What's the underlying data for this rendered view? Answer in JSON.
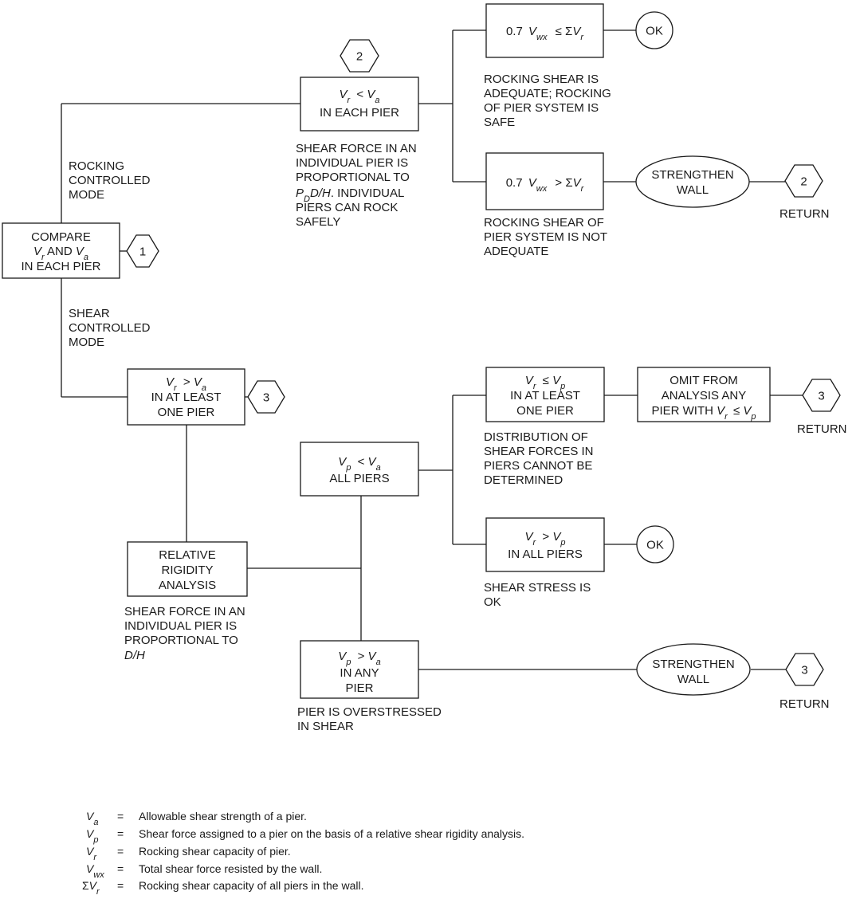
{
  "boxes": {
    "compare": {
      "line1": "COMPARE",
      "line2": "AND",
      "line3": "IN EACH PIER"
    },
    "rocking_check": {
      "lt": "<",
      "line2": "IN EACH PIER"
    },
    "rock_ok": {
      "prefix": "0.7",
      "rel": "≤",
      "sigma": "Σ"
    },
    "rock_not_ok": {
      "prefix": "0.7",
      "rel": ">",
      "sigma": "Σ"
    },
    "shear_check": {
      "gt": ">",
      "line2": "IN AT LEAST",
      "line3": "ONE PIER"
    },
    "rigidity": {
      "line1": "RELATIVE",
      "line2": "RIGIDITY",
      "line3": "ANALYSIS"
    },
    "vp_lt_va": {
      "lt": "<",
      "line2": "ALL PIERS"
    },
    "vr_le_vp": {
      "le": "≤",
      "line2": "IN AT LEAST",
      "line3": "ONE PIER"
    },
    "omit": {
      "line1": "OMIT FROM",
      "line2": "ANALYSIS ANY",
      "line3": "PIER WITH",
      "le": "≤"
    },
    "vr_gt_vp": {
      "gt": ">",
      "line2": "IN ALL PIERS"
    },
    "vp_gt_va": {
      "gt": ">",
      "line2": "IN ANY",
      "line3": "PIER"
    }
  },
  "terminals": {
    "ok": "OK",
    "strengthen": {
      "line1": "STRENGTHEN",
      "line2": "WALL"
    }
  },
  "hexagons": {
    "one": "1",
    "two": "2",
    "three": "3"
  },
  "return_label": "RETURN",
  "symbols": {
    "V": "V",
    "r": "r",
    "a": "a",
    "p": "p",
    "wx": "wx",
    "D": "D",
    "P": "P",
    "D_over_H": "D/H"
  },
  "notes": {
    "rocking_mode": [
      "ROCKING",
      "CONTROLLED",
      "MODE"
    ],
    "shear_mode": [
      "SHEAR",
      "CONTROLLED",
      "MODE"
    ],
    "rocking_shear_adequate": [
      "ROCKING SHEAR IS",
      "ADEQUATE; ROCKING",
      "OF PIER SYSTEM IS",
      "SAFE"
    ],
    "rocking_shear_proportional": {
      "line1": "SHEAR FORCE IN AN",
      "line2": "INDIVIDUAL PIER IS",
      "line3": "PROPORTIONAL TO",
      "line4_suffix": ". INDIVIDUAL",
      "line5": "PIERS CAN ROCK",
      "line6": "SAFELY"
    },
    "rocking_not_adequate": [
      "ROCKING SHEAR OF",
      "PIER SYSTEM IS NOT",
      "ADEQUATE"
    ],
    "distribution_undetermined": [
      "DISTRIBUTION OF",
      "SHEAR FORCES IN",
      "PIERS CANNOT BE",
      "DETERMINED"
    ],
    "shear_stress_ok": [
      "SHEAR STRESS IS",
      "OK"
    ],
    "rigidity_proportional": [
      "SHEAR FORCE IN AN",
      "INDIVIDUAL PIER IS",
      "PROPORTIONAL TO"
    ],
    "overstressed": [
      "PIER IS OVERSTRESSED",
      "IN SHEAR"
    ]
  },
  "legend": {
    "equals": "=",
    "va": "Allowable shear strength of a pier.",
    "vp": "Shear force assigned to a pier on the basis of a relative shear rigidity analysis.",
    "vr": "Rocking shear capacity of pier.",
    "vwx": "Total shear force resisted by the wall.",
    "sum_vr": "Rocking shear capacity of all piers in the wall."
  }
}
